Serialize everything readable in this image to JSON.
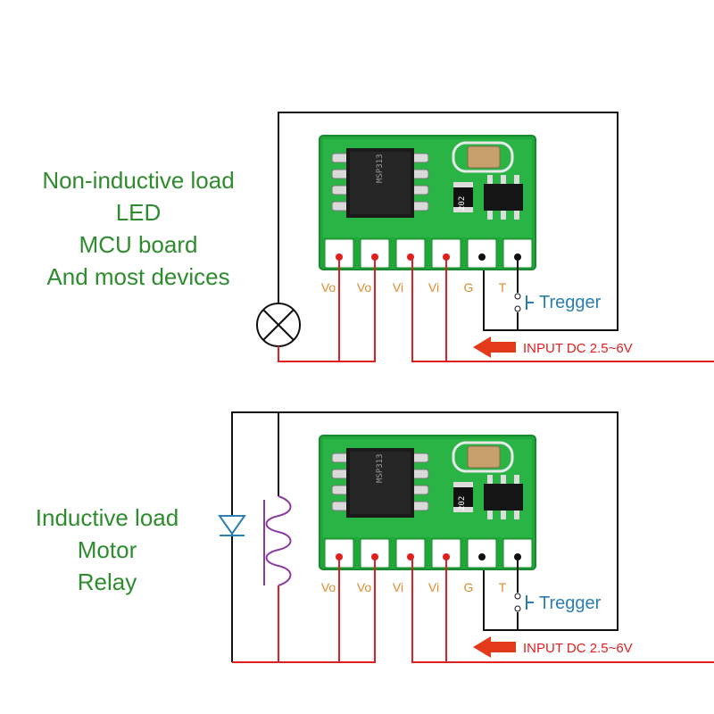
{
  "scenarios": [
    {
      "load_lines": [
        "Non-inductive load",
        "LED",
        "MCU board",
        "And most devices"
      ],
      "pins": [
        "Vo",
        "Vo",
        "Vi",
        "Vi",
        "G",
        "T"
      ],
      "trigger_label": "Tregger",
      "input_label": "INPUT DC 2.5~6V",
      "load_symbol": "lamp-icon"
    },
    {
      "load_lines": [
        "Inductive load",
        "Motor",
        "Relay"
      ],
      "pins": [
        "Vo",
        "Vo",
        "Vi",
        "Vi",
        "G",
        "T"
      ],
      "trigger_label": "Tregger",
      "input_label": "INPUT DC 2.5~6V",
      "load_symbol": "coil-icon"
    }
  ],
  "chip_markings": {
    "ic_main": "MSP313",
    "ic_small": "202"
  },
  "colors": {
    "label_green": "#2e8b2e",
    "pin_label": "#e08a2a",
    "wire_red": "#e02020",
    "wire_black": "#111111",
    "trigger_blue": "#2a7fb0",
    "arrow_red": "#e23a1a",
    "pcb_green": "#21a63a",
    "coil_purple": "#8a3aa0",
    "diode_blue": "#2a7fb0"
  }
}
